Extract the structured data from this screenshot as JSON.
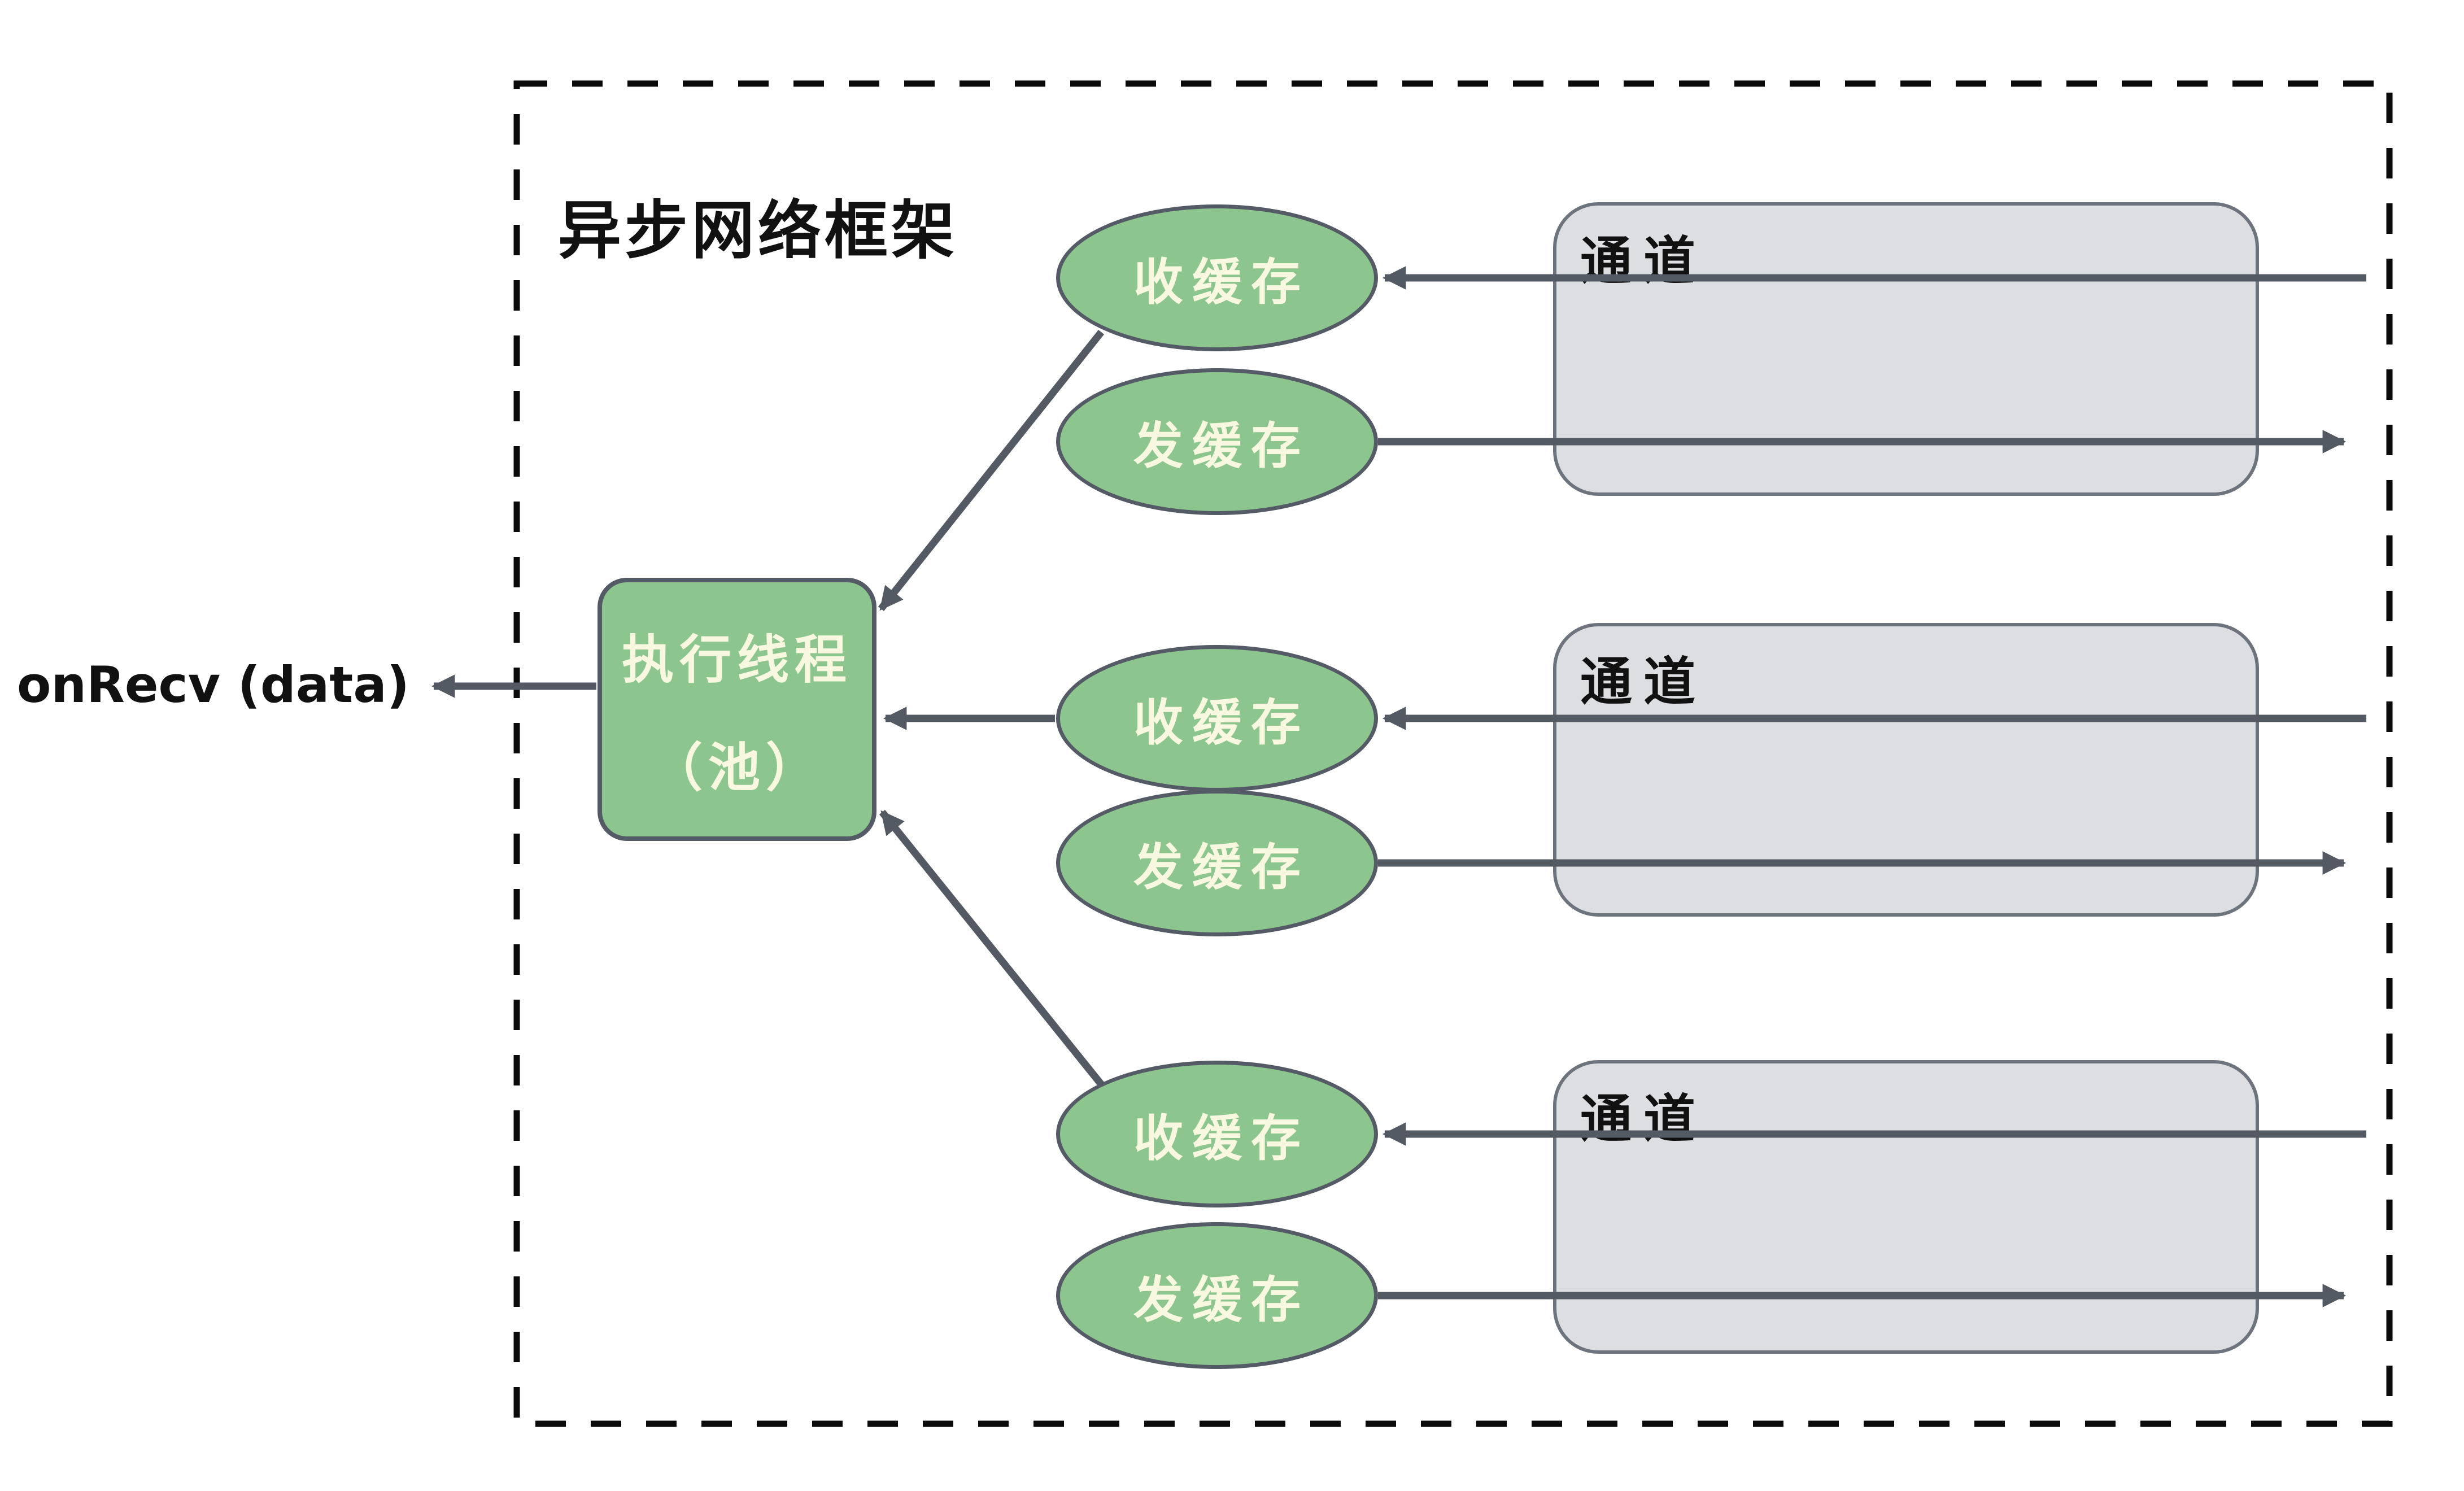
{
  "diagram": {
    "frame_title": "异步网络框架",
    "callback_label": "onRecv (data)",
    "thread_pool": {
      "line1": "执行线程",
      "line2": "（池）"
    },
    "rows": [
      {
        "recv": "收缓存",
        "send": "发缓存",
        "channel": "通道"
      },
      {
        "recv": "收缓存",
        "send": "发缓存",
        "channel": "通道"
      },
      {
        "recv": "收缓存",
        "send": "发缓存",
        "channel": "通道"
      }
    ],
    "colors": {
      "node_fill": "#8CC68E",
      "node_stroke": "#555B66",
      "node_text": "#F7F8DF",
      "channel_fill": "#DDDEE1",
      "channel_stroke": "#6E747D",
      "arrow": "#545A64",
      "frame_border": "#0A0A0A",
      "text": "#111111",
      "background": "#FFFFFF"
    }
  }
}
